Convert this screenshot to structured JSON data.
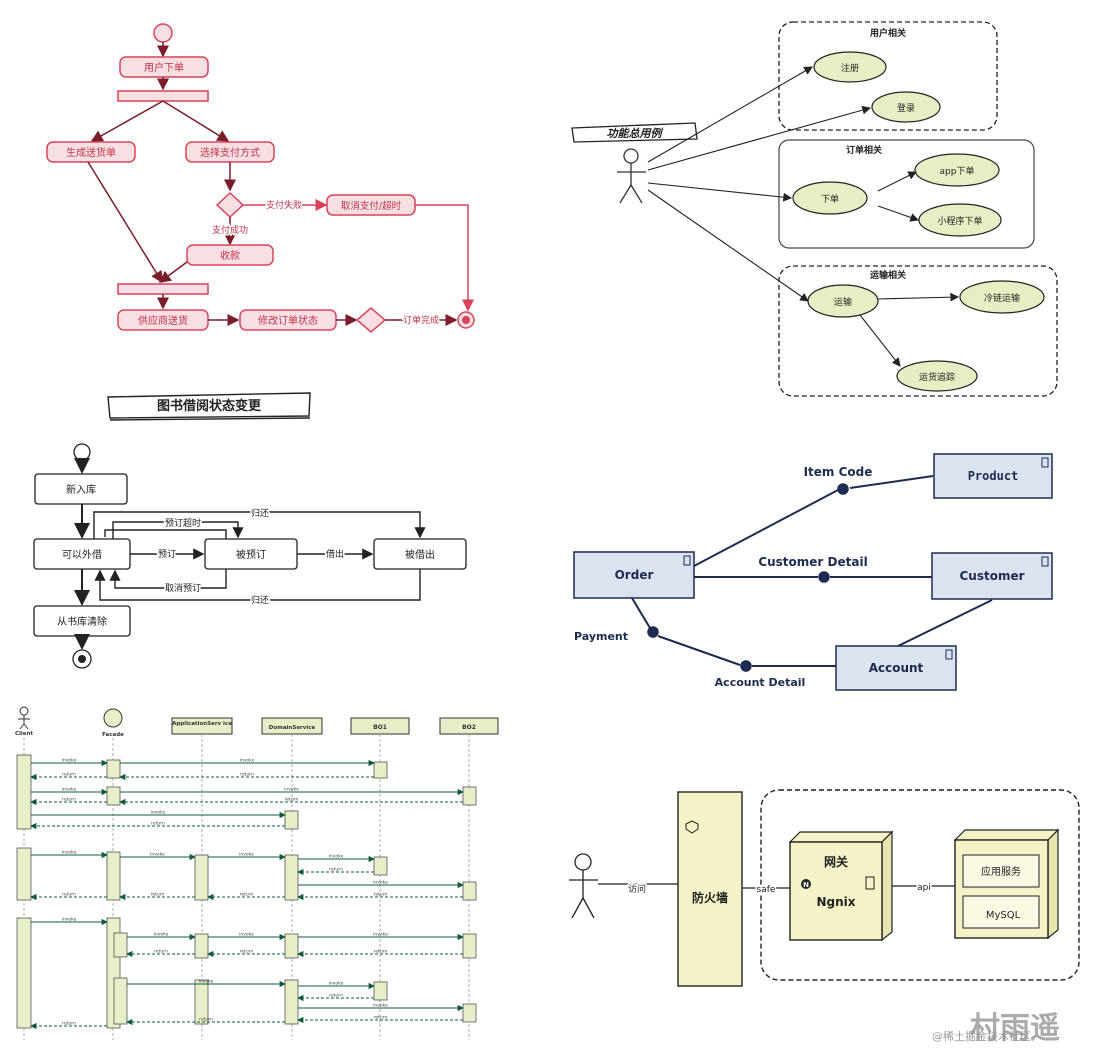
{
  "activity": {
    "start_label": "",
    "user_order": "用户下单",
    "gen_shipping": "生成送货单",
    "choose_pay": "选择支付方式",
    "pay_fail": "支付失败",
    "cancel_pay": "取消支付/超时",
    "pay_success": "支付成功",
    "collect": "收款",
    "supplier_ship": "供应商送货",
    "modify_status": "修改订单状态",
    "order_done": "订单完成"
  },
  "usecase": {
    "title": "功能总用例",
    "group_user": "用户相关",
    "register": "注册",
    "login": "登录",
    "group_order": "订单相关",
    "place_order": "下单",
    "app_order": "app下单",
    "mini_order": "小程序下单",
    "group_ship": "运输相关",
    "transport": "运输",
    "cold_chain": "冷链运输",
    "ship_track": "运货追踪"
  },
  "book": {
    "title": "图书借阅状态变更",
    "new_in": "新入库",
    "can_borrow": "可以外借",
    "booked": "被预订",
    "lent": "被借出",
    "remove": "从书库清除",
    "cancel_book": "预订超时",
    "book": "预订",
    "borrow": "借出",
    "return1": "归还",
    "cancel": "取消预订",
    "return2": "归还"
  },
  "components": {
    "product": "Product",
    "item_code": "Item Code",
    "order": "Order",
    "customer_detail": "Customer Detail",
    "customer": "Customer",
    "payment": "Payment",
    "account": "Account",
    "account_detail": "Account Detail"
  },
  "sequence": {
    "client": "Client",
    "facade": "Facade",
    "app_service": "ApplicationServ ice",
    "domain_service": "DomainService",
    "bo1": "BO1",
    "bo2": "BO2",
    "invoke": "invoke",
    "ret": "return"
  },
  "deploy": {
    "visit": "访问",
    "firewall": "防火墙",
    "safe": "safe",
    "gateway": "网关",
    "nginx": "Ngnix",
    "api": "api",
    "app_service": "应用服务",
    "mysql": "MySQL"
  },
  "watermark": {
    "small": "@稀土掘金技术社区",
    "big": "村雨遥"
  },
  "colors": {
    "red": "#d9425a",
    "pink_fill": "#f8dfe3",
    "green_fill": "#e6efc4",
    "blue_fill": "#dbe3f0",
    "navy": "#1d2b4f",
    "seq_fill": "#e7efc9",
    "seq_line": "#0f5c3c",
    "deploy_fill": "#f5f2c8"
  }
}
